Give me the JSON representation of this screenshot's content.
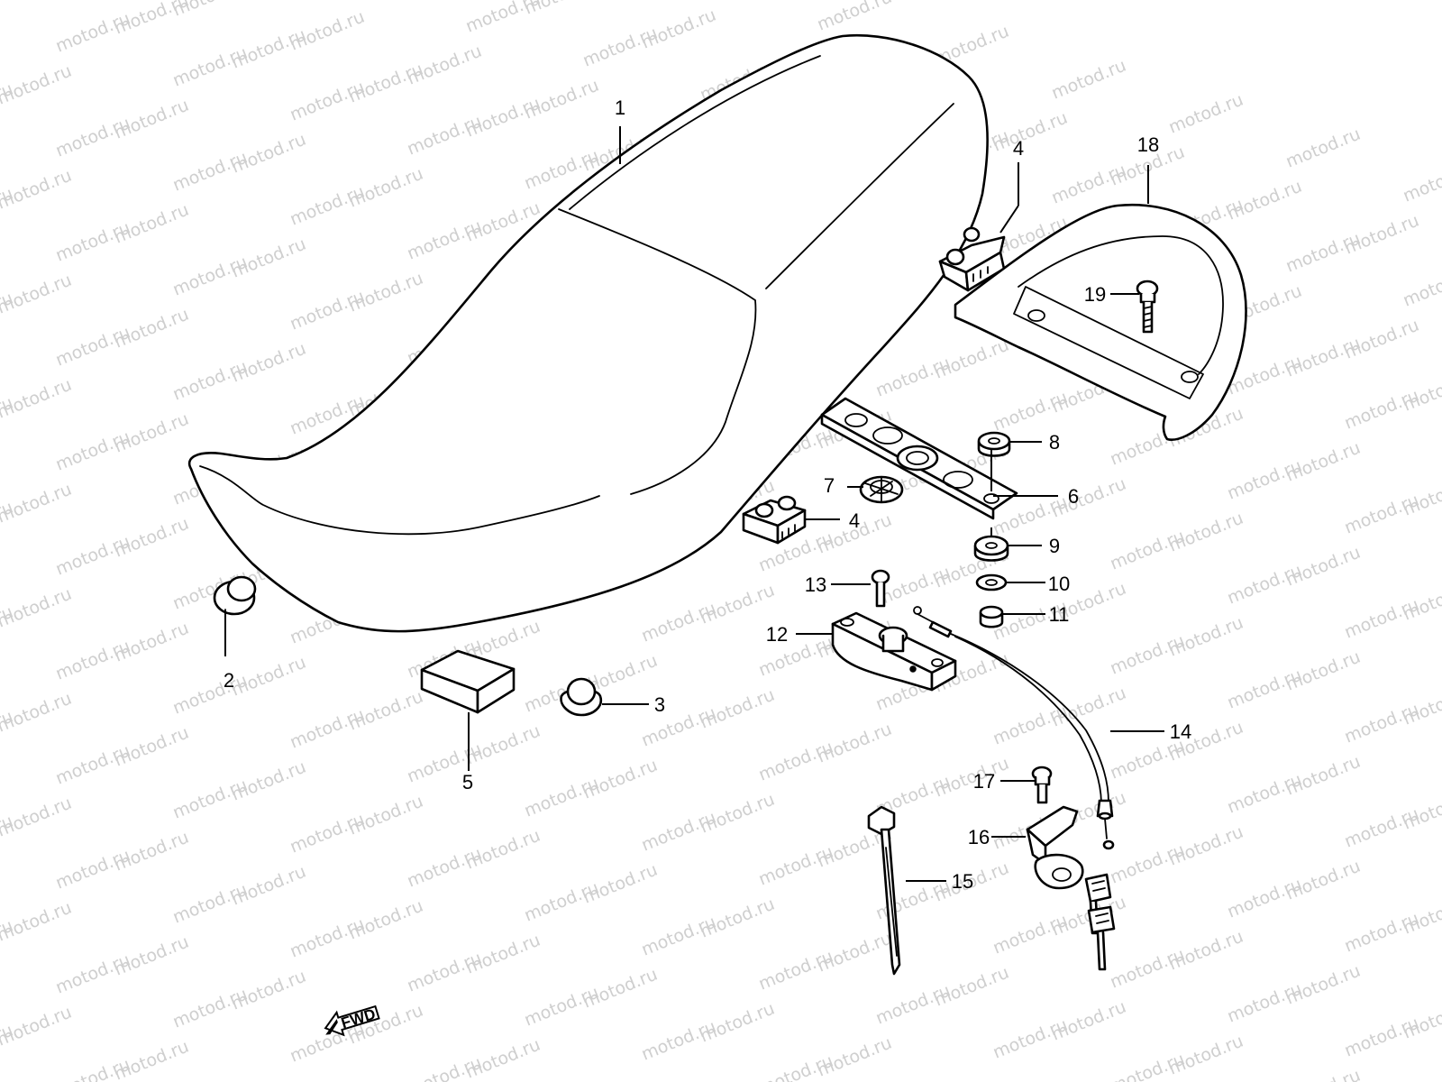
{
  "watermark": "motod.ru",
  "fwd_label": "FWD",
  "colors": {
    "line": "#000000",
    "watermark": "#cfcfcf",
    "background": "#ffffff"
  },
  "callouts": [
    {
      "id": "1",
      "label": "1"
    },
    {
      "id": "2",
      "label": "2"
    },
    {
      "id": "3",
      "label": "3"
    },
    {
      "id": "4a",
      "label": "4"
    },
    {
      "id": "4b",
      "label": "4"
    },
    {
      "id": "5",
      "label": "5"
    },
    {
      "id": "6",
      "label": "6"
    },
    {
      "id": "7",
      "label": "7"
    },
    {
      "id": "8",
      "label": "8"
    },
    {
      "id": "9",
      "label": "9"
    },
    {
      "id": "10",
      "label": "10"
    },
    {
      "id": "11",
      "label": "11"
    },
    {
      "id": "12",
      "label": "12"
    },
    {
      "id": "13",
      "label": "13"
    },
    {
      "id": "14",
      "label": "14"
    },
    {
      "id": "15",
      "label": "15"
    },
    {
      "id": "16",
      "label": "16"
    },
    {
      "id": "17",
      "label": "17"
    },
    {
      "id": "18",
      "label": "18"
    },
    {
      "id": "19",
      "label": "19"
    }
  ]
}
